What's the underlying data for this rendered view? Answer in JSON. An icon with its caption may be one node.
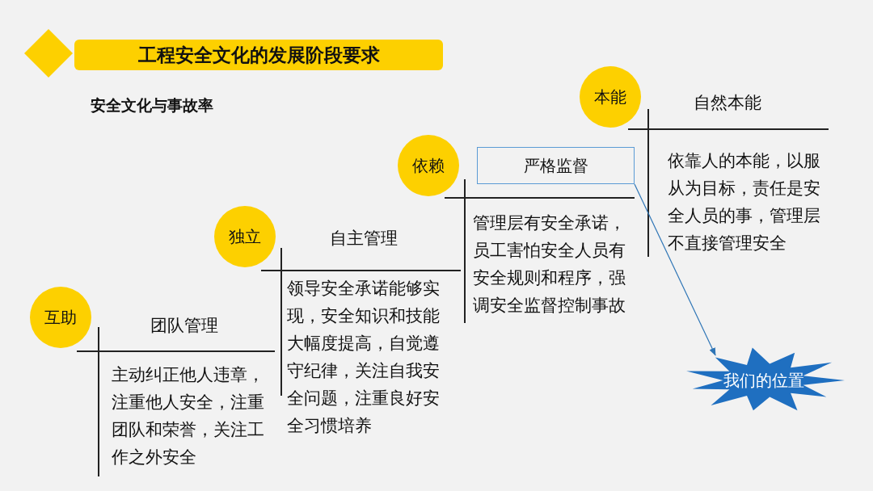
{
  "diagram": {
    "title": "工程安全文化的发展阶段要求",
    "nodes": [
      {
        "text": [
          "互助"
        ]
      },
      {
        "text": [
          "独立"
        ]
      },
      {
        "text": [
          "依赖"
        ]
      },
      {
        "text": [
          "本能"
        ]
      },
      {
        "text": [
          "严格监督"
        ]
      },
      {
        "text": [
          "我们的位置"
        ]
      }
    ],
    "edges": [
      {
        "from": 4,
        "to": 5,
        "arrow": "to"
      }
    ],
    "labels": [
      "安全文化与事故率",
      "自然本能",
      "依靠人的本能，以服从为目标，责任是安全人员的事，管理层不直接管理安全",
      "管理层有安全承诺，员工害怕安全人员有安全规则和程序，强调安全监督控制事故",
      "自主管理",
      "领导安全承诺能够实现，安全知识和技能大幅度提高，自觉遵守纪律，关注自我安全问题，注重良好安全习惯培养",
      "团队管理",
      "主动纠正他人违章，注重他人安全，注重团队和荣誉，关注工作之外安全"
    ]
  }
}
